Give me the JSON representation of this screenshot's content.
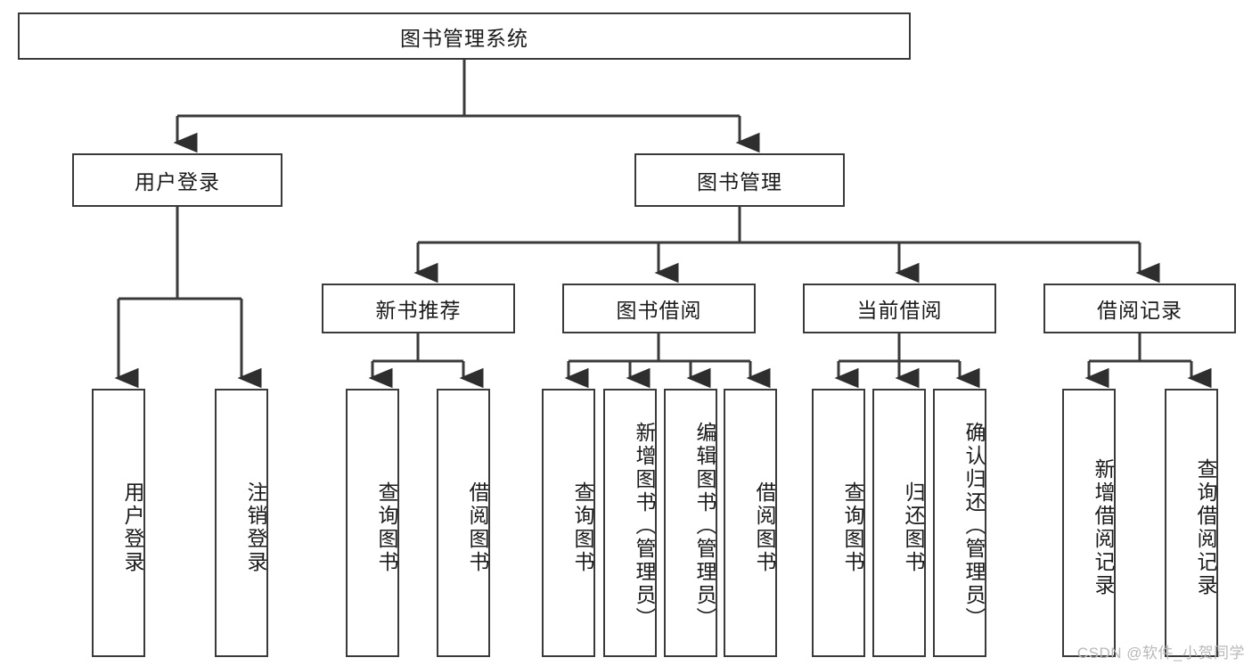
{
  "diagram": {
    "title": "图书管理系统",
    "type": "tree-hierarchy-diagram",
    "watermark": "CSDN @软件_小贺同学",
    "colors": {
      "background": "#ffffff",
      "node_border": "#3a3a3a",
      "node_fill": "#ffffff",
      "edge": "#3a3a3a",
      "text": "#1b1b1b",
      "watermark": "#b9b9b9"
    },
    "root": {
      "label": "图书管理系统"
    },
    "level2": [
      {
        "label": "用户登录"
      },
      {
        "label": "图书管理"
      }
    ],
    "level3": [
      {
        "label": "新书推荐"
      },
      {
        "label": "图书借阅"
      },
      {
        "label": "当前借阅"
      },
      {
        "label": "借阅记录"
      }
    ],
    "leaves": {
      "user_login": [
        {
          "label": "用户登录"
        },
        {
          "label": "注销登录"
        }
      ],
      "new_book_recommend": [
        {
          "label": "查询图书"
        },
        {
          "label": "借阅图书"
        }
      ],
      "book_borrow": [
        {
          "label": "查询图书"
        },
        {
          "label": "新增图书（管理员）"
        },
        {
          "label": "编辑图书（管理员）"
        },
        {
          "label": "借阅图书"
        }
      ],
      "current_borrow": [
        {
          "label": "查询图书"
        },
        {
          "label": "归还图书"
        },
        {
          "label": "确认归还（管理员）"
        }
      ],
      "borrow_record": [
        {
          "label": "新增借阅记录"
        },
        {
          "label": "查询借阅记录"
        }
      ]
    }
  }
}
